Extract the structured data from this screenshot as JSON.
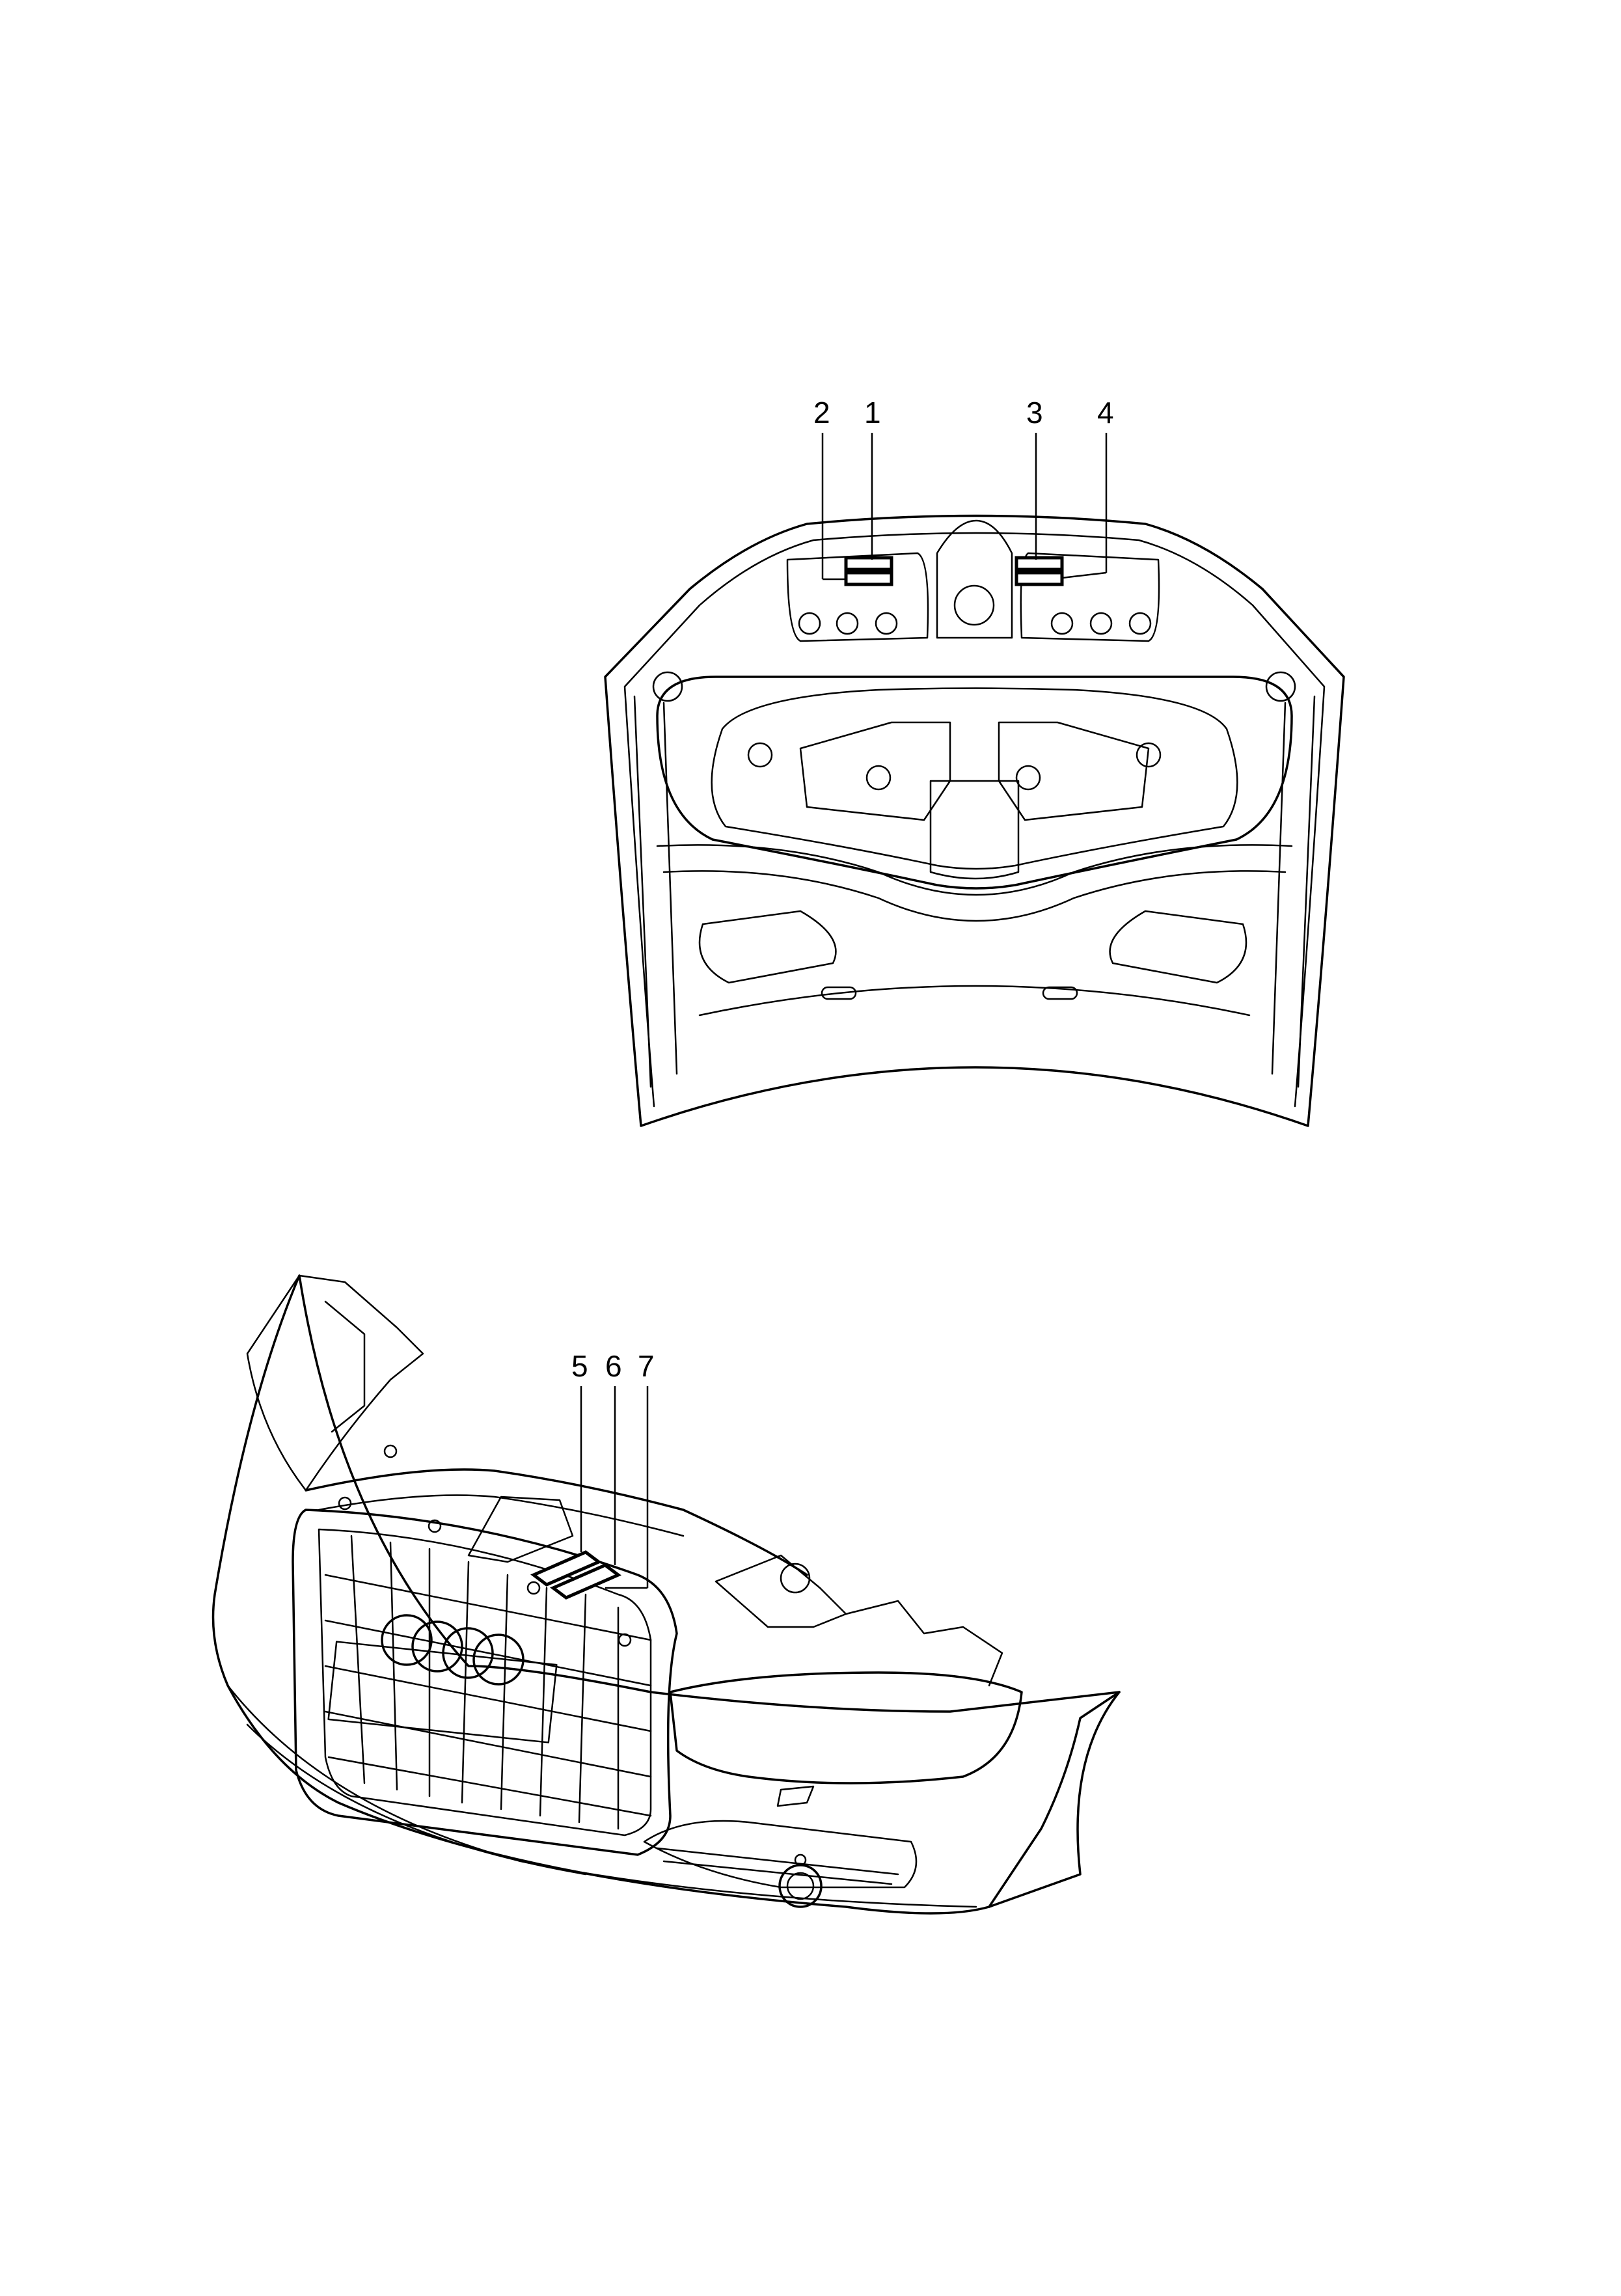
{
  "diagram": {
    "hood_callouts": [
      "2",
      "1",
      "3",
      "4"
    ],
    "bumper_callouts": [
      "5",
      "6",
      "7"
    ]
  },
  "colors": {
    "line": "#000000",
    "background": "#ffffff"
  }
}
